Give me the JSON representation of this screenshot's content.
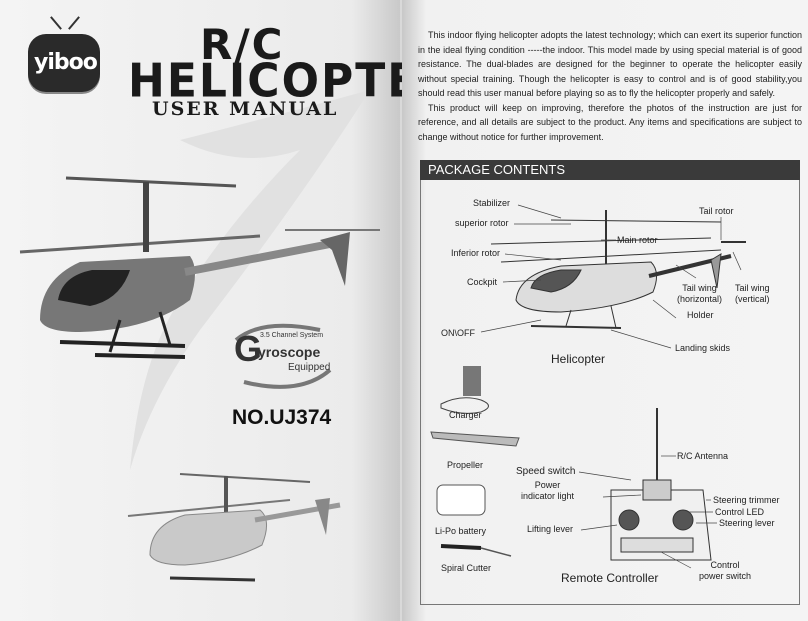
{
  "cover": {
    "brand": "yiboo",
    "title_line1": "R/C",
    "title_line2": "HELICOPTER",
    "title_line3": "USER MANUAL",
    "gyro_small": "3.5 Channel System",
    "gyro_letter": "G",
    "gyro_word": "yroscope",
    "gyro_equipped": "Equipped",
    "model_no": "NO.UJ374"
  },
  "intro": {
    "para1": "This indoor flying helicopter adopts the latest technology; which can exert its superior function in the ideal flying condition -----the indoor. This model made by using special material is of good resistance. The dual-blades are designed for the beginner to operate the helicopter easily without special training. Though the helicopter is easy to control and is of good stability,you should read this user manual before playing so as to fly the helicopter properly and safely.",
    "para2": "This product will keep on improving, therefore the photos of the instruction are just for reference, and all details are subject to the product. Any items and specifications are subject to change without notice for further improvement."
  },
  "package": {
    "header": "PACKAGE CONTENTS",
    "helicopter_parts": {
      "stabilizer": "Stabilizer",
      "superior_rotor": "superior rotor",
      "main_rotor": "Main rotor",
      "inferior_rotor": "Inferior rotor",
      "tail_rotor": "Tail rotor",
      "cockpit": "Cockpit",
      "tail_wing_h": "Tail wing\n(horizontal)",
      "tail_wing_v": "Tail wing\n(vertical)",
      "holder": "Holder",
      "on_off": "ON\\OFF",
      "landing_skids": "Landing skids",
      "caption": "Helicopter"
    },
    "accessories": {
      "charger": "Charger",
      "propeller": "Propeller",
      "battery": "Li-Po battery",
      "cutter": "Spiral Cutter"
    },
    "remote": {
      "speed_switch": "Speed switch",
      "power_indicator": "Power\nindicator light",
      "lifting_lever": "Lifting lever",
      "antenna": "R/C Antenna",
      "steering_trimmer": "Steering trimmer",
      "control_led": "Control LED",
      "steering_lever": "Steering lever",
      "control_power": "Control\npower switch",
      "caption": "Remote Controller"
    }
  }
}
